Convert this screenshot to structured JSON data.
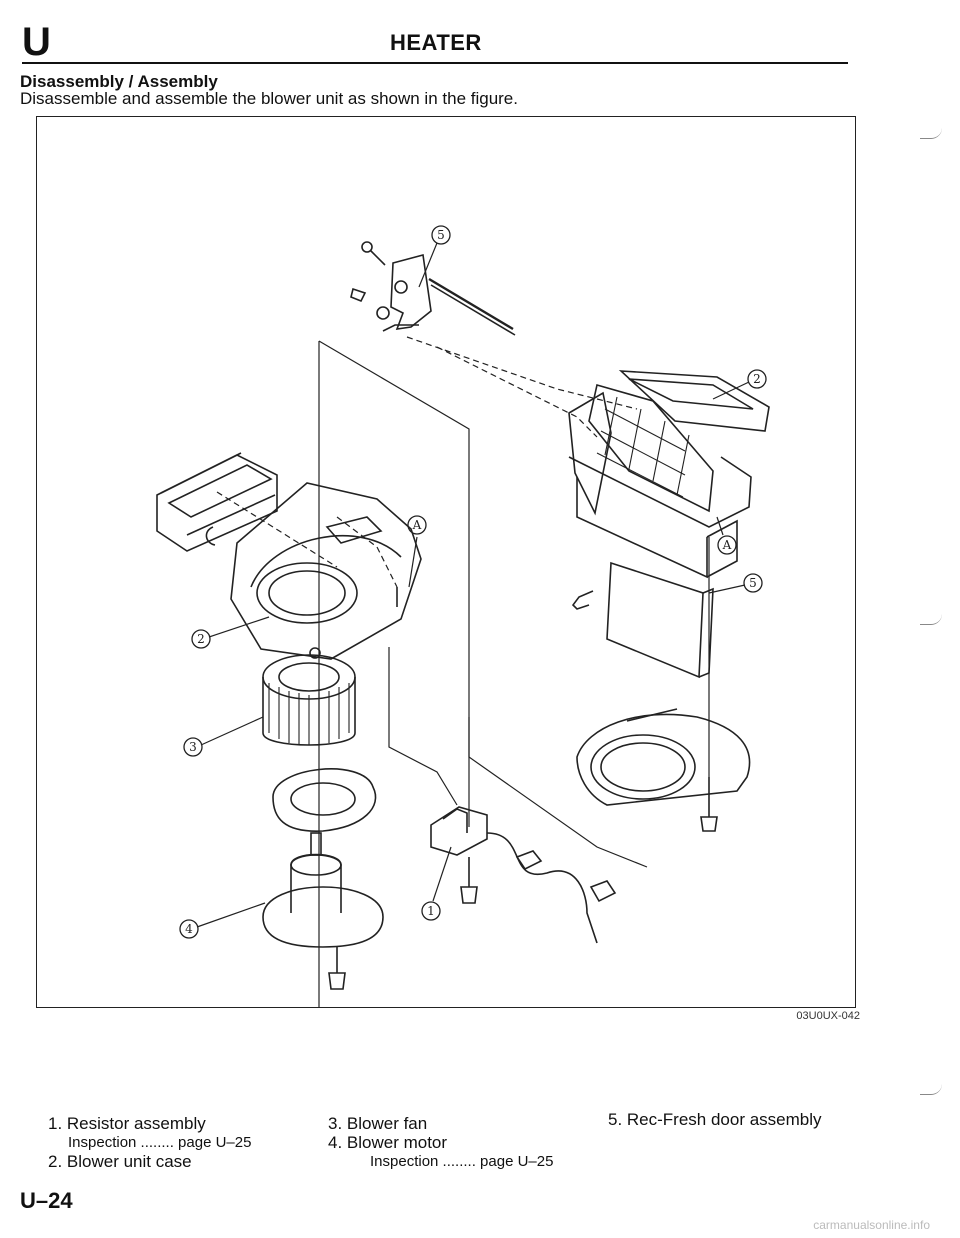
{
  "header": {
    "section_letter": "U",
    "title": "HEATER"
  },
  "section": {
    "heading": "Disassembly / Assembly",
    "intro": "Disassemble and assemble the blower unit as shown in the figure."
  },
  "figure": {
    "code": "03U0UX-042",
    "callouts": [
      "①",
      "②",
      "③",
      "④",
      "⑤",
      "Ⓐ"
    ]
  },
  "legend": {
    "item1": "1. Resistor assembly",
    "item1_sub": "Inspection ........ page U–25",
    "item2": "2. Blower unit case",
    "item3": "3. Blower fan",
    "item4": "4. Blower motor",
    "item4_sub": "Inspection ........ page U–25",
    "item5": "5. Rec-Fresh door assembly"
  },
  "footer": {
    "page_number": "U–24",
    "watermark": "carmanualsonline.info"
  }
}
